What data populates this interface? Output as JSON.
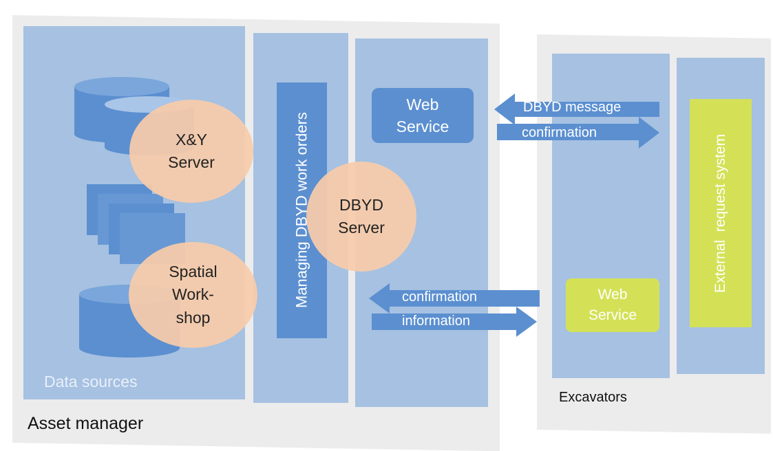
{
  "diagram": {
    "asset_manager": {
      "title": "Asset manager",
      "data_sources_label": "Data sources",
      "managing_label": "Managing DBYD work orders",
      "web_service_label": "Web Service",
      "xy_server_label": "X&Y Server",
      "spatial_workshop_label": "Spatial Work-shop",
      "dbyd_server_label": "DBYD Server"
    },
    "excavators": {
      "title": "Excavators",
      "web_service_label": "Web Service",
      "external_label": "External  request system"
    },
    "arrows": {
      "top_left_label": "DBYD message",
      "top_right_label": "confirmation",
      "bottom_left_label": "confirmation",
      "bottom_right_label": "information"
    },
    "colors": {
      "column_fill": "#a6c1e1",
      "box_fill": "#5b8fd0",
      "circle_fill": "#f7cbaa",
      "accent_fill": "#d4e157",
      "panel_fill": "#ececec"
    }
  }
}
